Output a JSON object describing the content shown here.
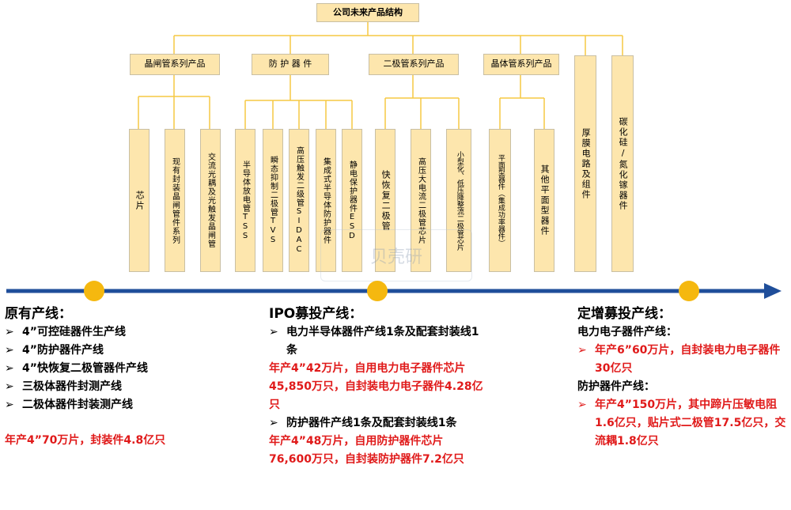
{
  "top": "公司未来产品结构",
  "categories": [
    {
      "label": "晶闸管系列产品",
      "items": [
        "芯片",
        "现有封装晶闸管件系列",
        "交流光耦及光触发晶闸管"
      ]
    },
    {
      "label": "防 护 器 件",
      "items": [
        "半导体放电管TSS",
        "瞬态抑制二极管TVS",
        "高压触发二级管SIDAC",
        "集成式半导体防护器件",
        "静电保护器件ESD"
      ]
    },
    {
      "label": "二极管系列产品",
      "items": [
        "快恢复二极管",
        "高压大电流二极管芯片",
        "小型化、低压降整流二极管芯片"
      ]
    },
    {
      "label": "晶体管系列产品",
      "items": [
        "平面型器件（集成功率器件）",
        "其他平面型器件"
      ]
    },
    {
      "label": "",
      "items": [
        "厚膜电路及组件"
      ]
    },
    {
      "label": "",
      "items": [
        "碳化硅/氮化镓器件"
      ]
    }
  ],
  "watermark": "贝壳研",
  "left": {
    "title": "原有产线：",
    "items": [
      "4”可控硅器件生产线",
      "4”防护器件产线",
      "4”快恢复二极管器件产线",
      "三极体器件封测产线",
      "二极体器件封装测产线"
    ],
    "note": "年产4”70万片，封装件4.8亿只"
  },
  "mid": {
    "title": "IPO募投产线：",
    "item1": "电力半导体器件产线1条及配套封装线1条",
    "note1": "年产4”42万片，自用电力电子器件芯片45,850万只，自封装电力电子器件4.28亿只",
    "item2": "防护器件产线1条及配套封装线1条",
    "note2": "年产4”48万片，自用防护器件芯片76,600万只，自封装防护器件7.2亿只"
  },
  "right": {
    "title": "定增募投产线：",
    "sub1": "电力电子器件产线：",
    "note1": "年产6”60万片，自封装电力电子器件30亿只",
    "sub2": "防护器件产线：",
    "note2": "年产4”150万片，其中蹄片压敏电阻1.6亿只，贴片式二极管17.5亿只，交流耦1.8亿只"
  },
  "colors": {
    "box": "#fde6ad",
    "line": "#f5c842",
    "timeline": "#1f4e9a",
    "dot": "#f5b80f",
    "red": "#e01a1a"
  }
}
